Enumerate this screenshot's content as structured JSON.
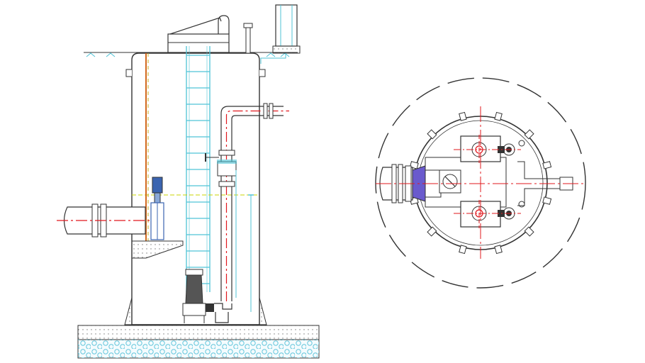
{
  "diagram": {
    "views": [
      {
        "id": "side-section",
        "kind": "elevation-cross-section"
      },
      {
        "id": "plan-view",
        "kind": "top-plan"
      }
    ],
    "components": {
      "tank": "pump-station-tank",
      "ladder": "access-ladder",
      "inlet": "inlet-pipe",
      "outlet": "pressure-outlet-pipe",
      "pumps": 2,
      "bolts": 12
    },
    "colors": {
      "outline": "#333333",
      "cyan": "#4fc3d6",
      "red": "#e0181e",
      "orange": "#d2691e",
      "blue": "#3b64b0",
      "purple": "#6a5acd",
      "ground": "#e6e6e6",
      "gravel": "#8fd6e6"
    }
  }
}
